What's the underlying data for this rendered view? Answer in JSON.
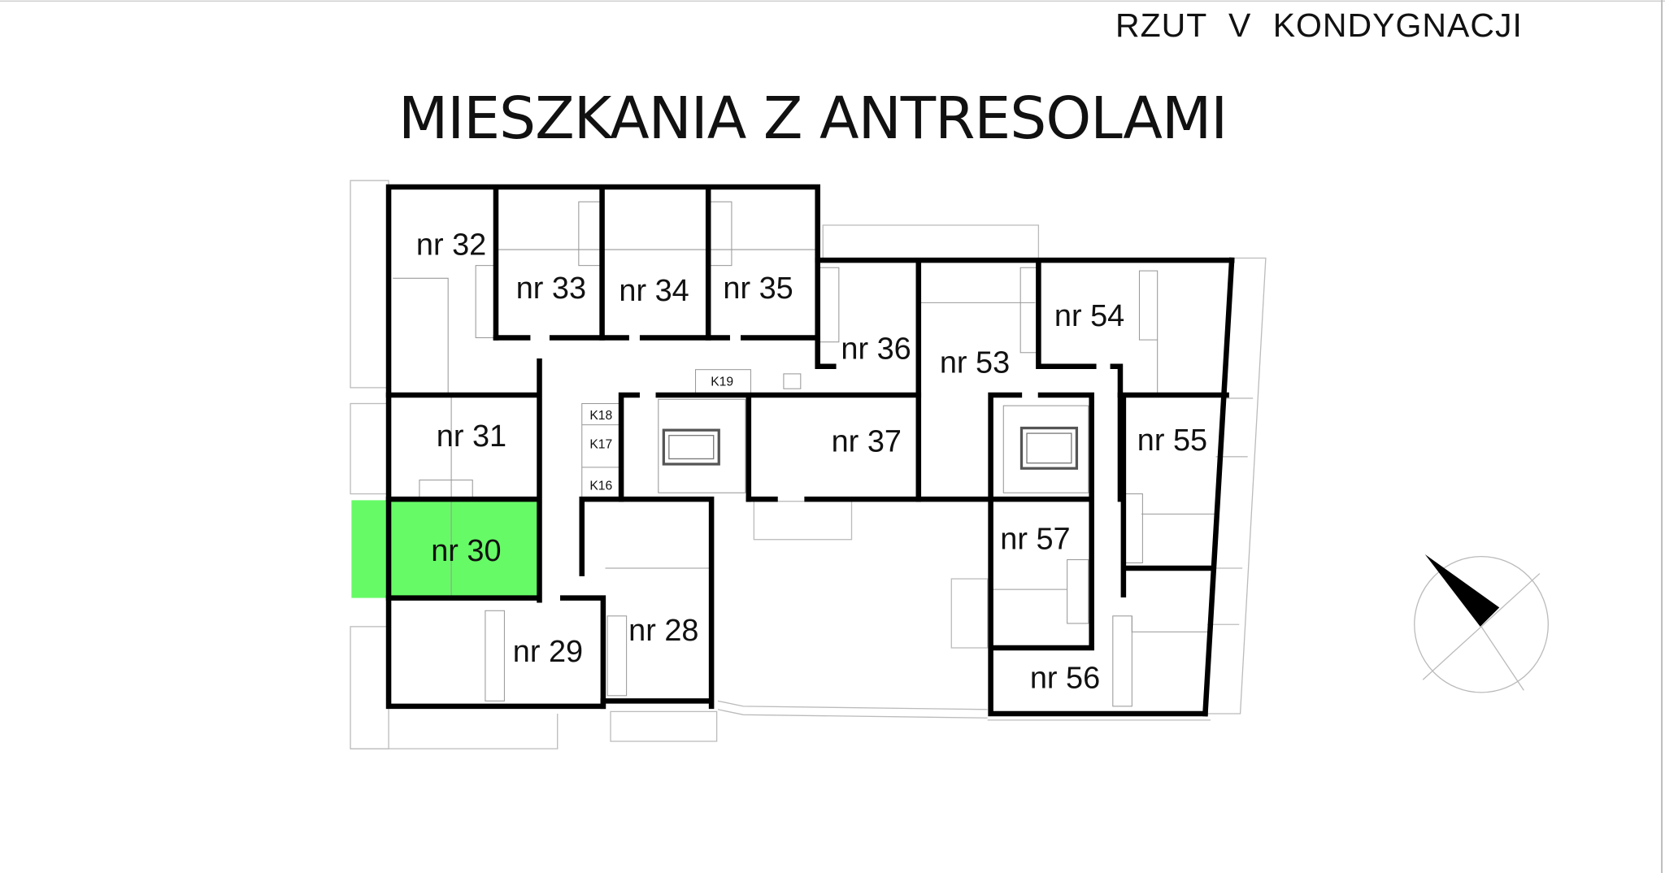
{
  "header": {
    "subtitle": "RZUT  V  KONDYGNACJI",
    "title": "MIESZKANIA Z ANTRESOLAMI"
  },
  "highlight": {
    "room": "nr 30",
    "fill": "#66fb66",
    "text_color": "#2f9e2f"
  },
  "rooms": [
    {
      "label": "nr 32"
    },
    {
      "label": "nr 33"
    },
    {
      "label": "nr 34"
    },
    {
      "label": "nr 35"
    },
    {
      "label": "nr 36"
    },
    {
      "label": "nr 37"
    },
    {
      "label": "nr 53"
    },
    {
      "label": "nr 54"
    },
    {
      "label": "nr 55"
    },
    {
      "label": "nr 57"
    },
    {
      "label": "nr 56"
    },
    {
      "label": "nr 31"
    },
    {
      "label": "nr 30"
    },
    {
      "label": "nr 29"
    },
    {
      "label": "nr 28"
    }
  ],
  "storage": [
    {
      "label": "K19"
    },
    {
      "label": "K18"
    },
    {
      "label": "K17"
    },
    {
      "label": "K16"
    }
  ]
}
